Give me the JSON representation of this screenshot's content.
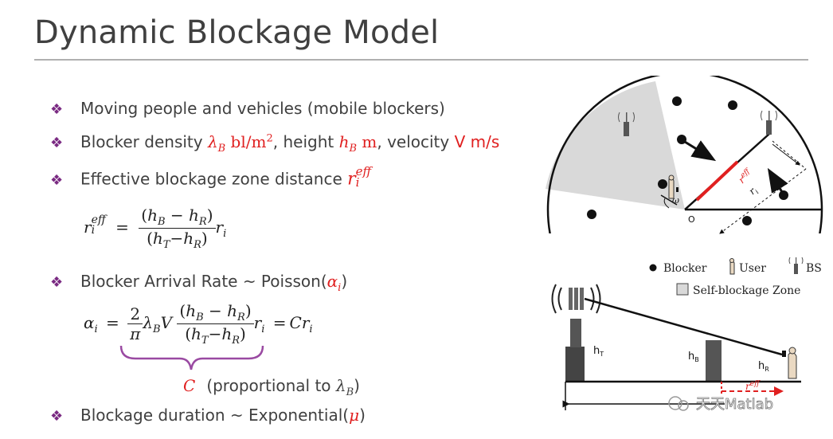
{
  "title": "Dynamic Blockage Model",
  "bullets": {
    "b1": "Moving people and vehicles (mobile blockers)",
    "b2_pre": "Blocker density ",
    "b2_lambda": "λ",
    "b2_lambda_sub": "B",
    "b2_unit1": " bl/m",
    "b2_unit1_sup": "2",
    "b2_mid1": ", height ",
    "b2_h": "h",
    "b2_h_sub": "B",
    "b2_unit2": " m",
    "b2_mid2": ", velocity ",
    "b2_v": "V m/s",
    "b3_pre": "Effective blockage zone distance ",
    "b3_r": "r",
    "b3_sub": "i",
    "b3_sup": "eff",
    "b4_pre": "Blocker Arrival Rate ~ Poisson(",
    "b4_alpha": "α",
    "b4_sub": "i",
    "b4_post": ")",
    "b5_pre": "Blockage duration ~ Exponential(",
    "b5_mu": "μ",
    "b5_post": ")"
  },
  "eq1": {
    "lhs_r": "r",
    "lhs_sub": "i",
    "lhs_sup": "eff",
    "eq": "=",
    "num": "(h_B − h_R)",
    "num_h1": "h",
    "num_s1": "B",
    "num_h2": "h",
    "num_s2": "R",
    "den_h1": "h",
    "den_s1": "T",
    "den_h2": "h",
    "den_s2": "R",
    "rhs_r": "r",
    "rhs_sub": "i"
  },
  "eq2": {
    "alpha": "α",
    "alpha_sub": "i",
    "eq": "=",
    "two": "2",
    "pi": "π",
    "lambda": "λ",
    "lambda_sub": "B",
    "V": "V",
    "num_h1": "h",
    "num_s1": "B",
    "num_h2": "h",
    "num_s2": "R",
    "den_h1": "h",
    "den_s1": "T",
    "den_h2": "h",
    "den_s2": "R",
    "r": "r",
    "r_sub": "i",
    "eq2": "=",
    "C": "C",
    "r2": "r",
    "r2_sub": "i"
  },
  "brace_note": {
    "C": "C",
    "text": "(proportional to ",
    "lambda": "λ",
    "lambda_sub": "B",
    "close": ")"
  },
  "diagram": {
    "reff_label": "r_i^eff",
    "reff_r": "r",
    "reff_sup": "eff",
    "reff_sub": "i",
    "ri_r": "r",
    "ri_sub": "i",
    "omega": "ω",
    "origin": "O",
    "legend_blocker": "Blocker",
    "legend_user": "User",
    "legend_bs": "BS",
    "legend_zone": "Self-blockage Zone",
    "hT": "h",
    "hT_sub": "T",
    "hB": "h",
    "hB_sub": "B",
    "hR": "h",
    "hR_sub": "R",
    "bottom_r": "r",
    "bottom_sup": "eff",
    "watermark": "天天Matlab"
  },
  "colors": {
    "accent_red": "#e02020",
    "bullet_purple": "#7a2a82",
    "zone_gray": "#d9d9d9",
    "tower_gray": "#555555"
  }
}
